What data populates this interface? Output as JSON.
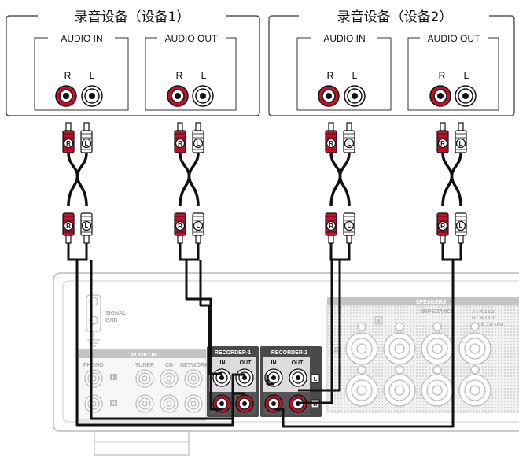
{
  "devices": [
    {
      "title": "录音设备（设备1）",
      "in_label": "AUDIO IN",
      "out_label": "AUDIO OUT",
      "jack_r": "R",
      "jack_l": "L"
    },
    {
      "title": "录音设备（设备2）",
      "in_label": "AUDIO IN",
      "out_label": "AUDIO OUT",
      "jack_r": "R",
      "jack_l": "L"
    }
  ],
  "plug": {
    "right": "R",
    "left": "L"
  },
  "receiver": {
    "signal_gnd_line1": "SIGNAL",
    "signal_gnd_line2": "GND",
    "audio_in_label": "AUDIO IN",
    "inputs": [
      "PHONO",
      "TUNER",
      "CD",
      "NETWORK"
    ],
    "recorder1_label": "RECORDER-1",
    "recorder2_label": "RECORDER-2",
    "in_label": "IN",
    "out_label": "OUT",
    "jack_marker_l": "L",
    "jack_marker_r": "R",
    "speakers_label": "SPEAKERS",
    "impedance_label": "IMPEDANCE",
    "impedance_lines": [
      "A      : 4-16Ω",
      "B      : 4-16Ω",
      "A + B : 8-16Ω"
    ],
    "spk_marker_a": "A",
    "spk_marker_b": "B"
  },
  "colors": {
    "red_plug": "#c8102e",
    "cable": "#111111",
    "panel_gray": "#bdbdbd",
    "rec_panel": "#4a4a4a"
  }
}
